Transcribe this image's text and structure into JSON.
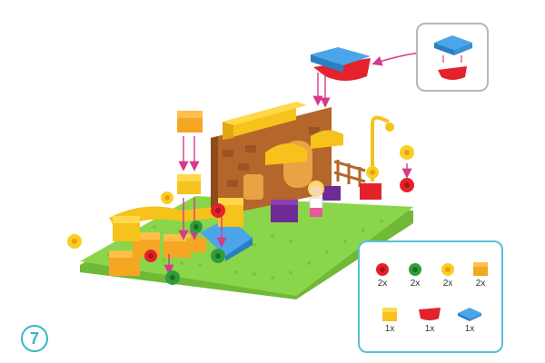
{
  "step": {
    "number": "7"
  },
  "parts": [
    {
      "name": "red-flower",
      "qty": "2x",
      "color": "#e3222b"
    },
    {
      "name": "green-flower",
      "qty": "2x",
      "color": "#2f9e3a"
    },
    {
      "name": "yellow-flower",
      "qty": "2x",
      "color": "#f6d023"
    },
    {
      "name": "orange-brick-2x2",
      "qty": "2x",
      "color": "#f5a623"
    },
    {
      "name": "yellow-brick-2x2",
      "qty": "1x",
      "color": "#f7c21b"
    },
    {
      "name": "red-roof-piece",
      "qty": "1x",
      "color": "#e3222b"
    },
    {
      "name": "blue-roof-plate",
      "qty": "1x",
      "color": "#4aa6e8"
    }
  ],
  "colors": {
    "accent": "#35b6c9",
    "baseplate": "#8bd54a",
    "arrow": "#d63a8a",
    "wall": "#b5662a"
  }
}
